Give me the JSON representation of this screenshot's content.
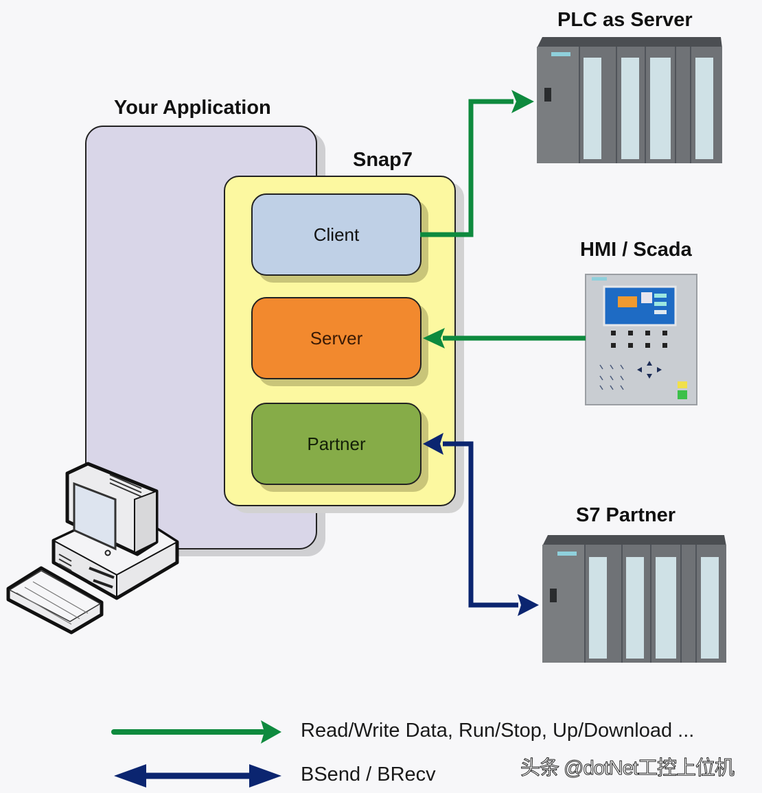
{
  "labels": {
    "your_application": "Your Application",
    "snap7": "Snap7",
    "plc_as_server": "PLC as Server",
    "hmi_scada": "HMI / Scada",
    "s7_partner": "S7 Partner"
  },
  "modules": [
    {
      "id": "client",
      "label": "Client",
      "color": "#bfd0e6"
    },
    {
      "id": "server",
      "label": "Server",
      "color": "#f2892e"
    },
    {
      "id": "partner",
      "label": "Partner",
      "color": "#86ac48"
    }
  ],
  "connections": [
    {
      "from": "Client",
      "to": "PLC as Server",
      "type": "one-way",
      "color": "#0e8a3e"
    },
    {
      "from": "HMI / Scada",
      "to": "Server",
      "type": "one-way",
      "color": "#0e8a3e"
    },
    {
      "from": "Partner",
      "to": "S7 Partner",
      "type": "bidirectional",
      "color": "#0b2570"
    }
  ],
  "legend": [
    {
      "icon": "green-arrow-icon",
      "text": "Read/Write Data, Run/Stop, Up/Download ...",
      "color": "#0e8a3e"
    },
    {
      "icon": "blue-double-arrow-icon",
      "text": "BSend / BRecv",
      "color": "#0b2570"
    }
  ],
  "watermark": "头条 @dotNet工控上位机",
  "colors": {
    "background": "#f7f7f9",
    "app_box": "#d9d6e8",
    "snap7_box": "#fcf8a0",
    "green_arrow": "#0e8a3e",
    "blue_arrow": "#0b2570"
  }
}
